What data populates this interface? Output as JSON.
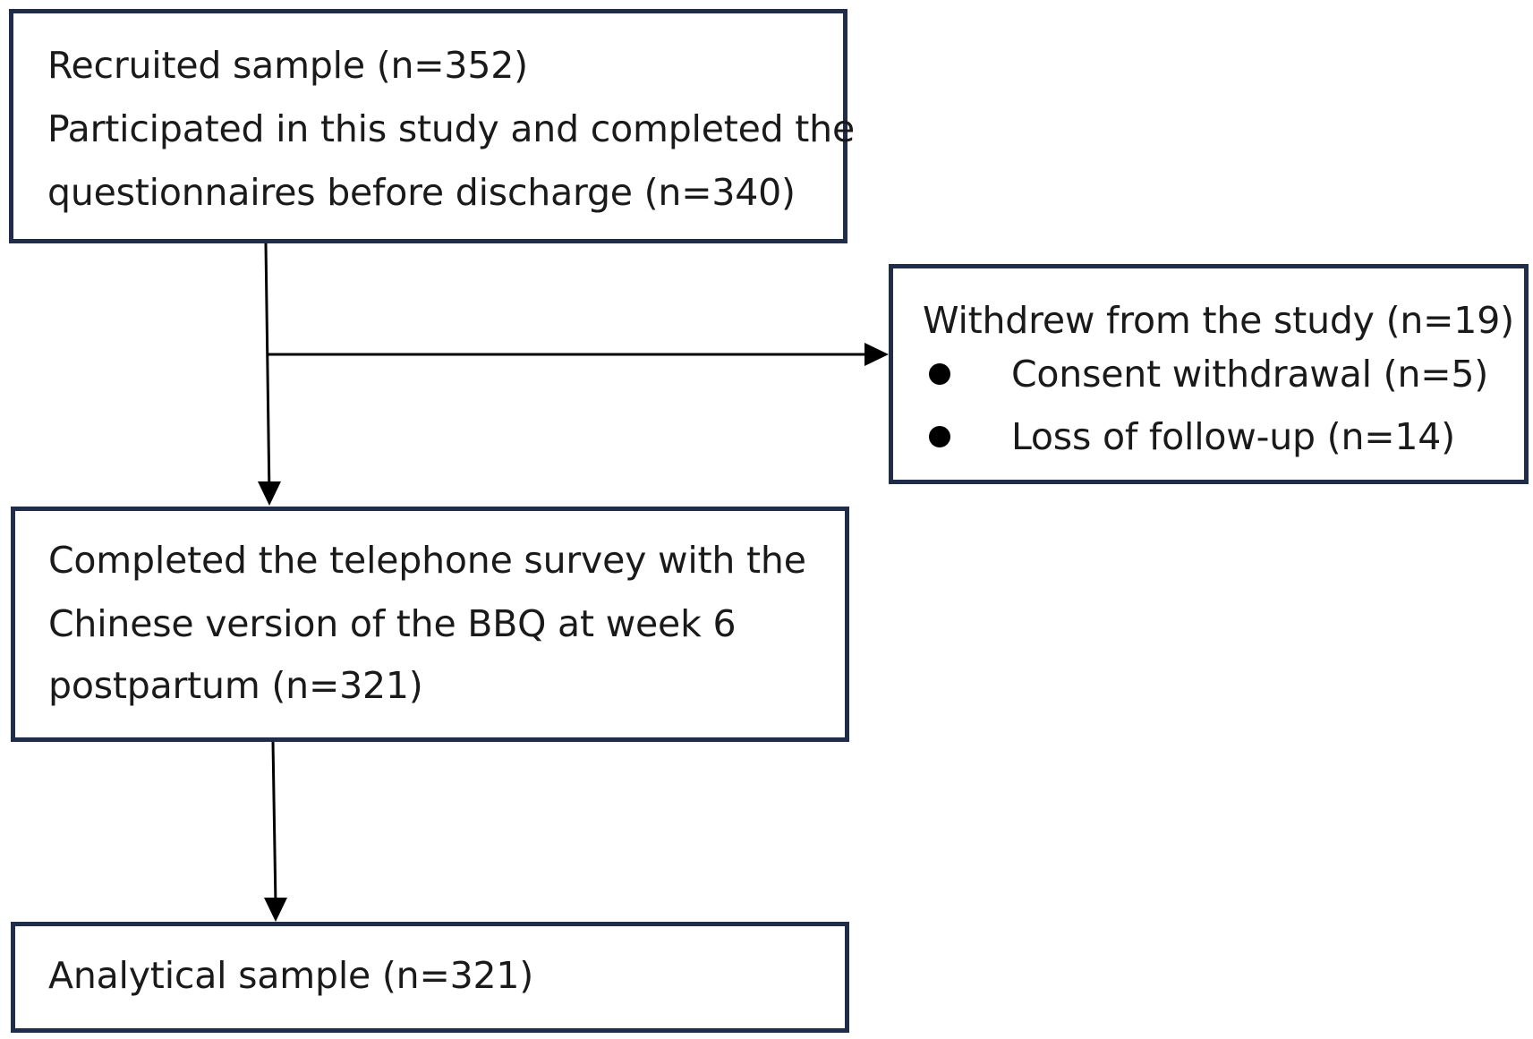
{
  "boxes": {
    "recruited": {
      "lines": [
        "Recruited sample (n=352)",
        "Participated in this study and completed the",
        "questionnaires before discharge (n=340)"
      ]
    },
    "withdrew": {
      "title": "Withdrew from the study (n=19)",
      "bullets": [
        "Consent withdrawal (n=5)",
        "Loss of follow-up (n=14)"
      ]
    },
    "completed": {
      "lines": [
        "Completed the telephone survey with the",
        "Chinese version of the BBQ at week 6",
        "postpartum (n=321)"
      ]
    },
    "analytical": {
      "lines": [
        "Analytical sample (n=321)"
      ]
    }
  },
  "colors": {
    "box_border": "#1f2d4a",
    "arrow": "#000000"
  }
}
